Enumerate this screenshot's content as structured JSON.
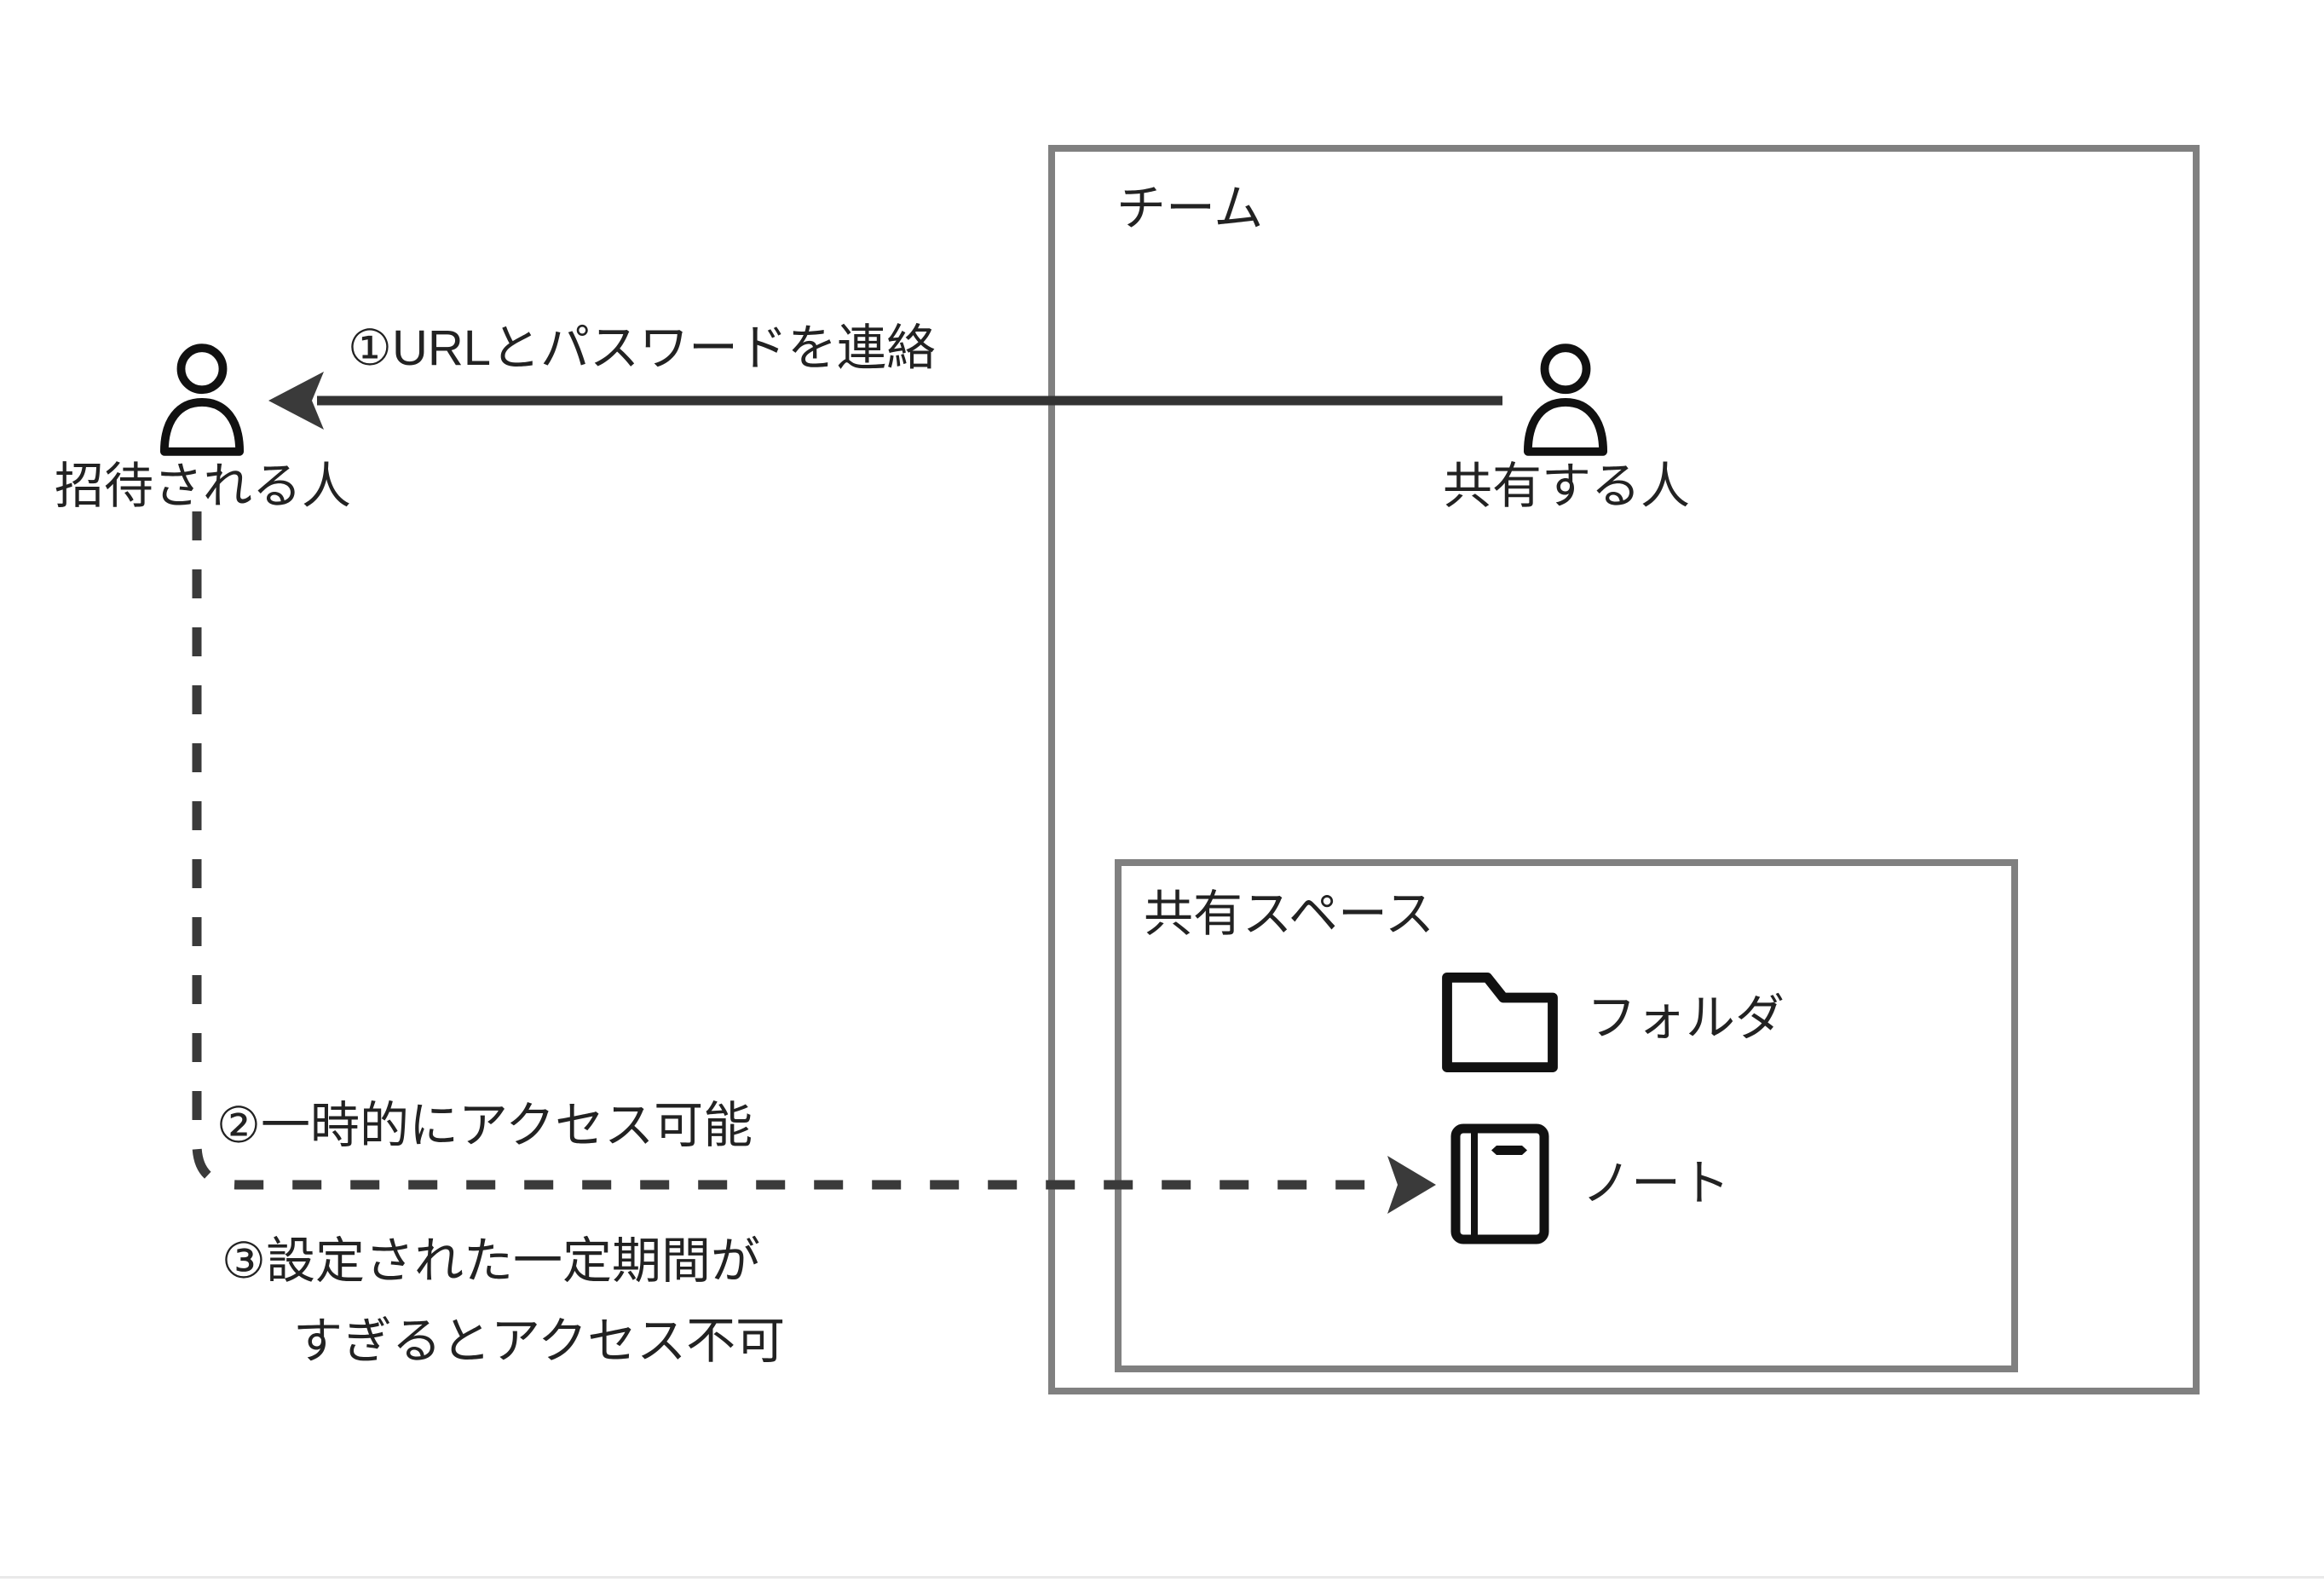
{
  "diagram": {
    "team_box_label": "チーム",
    "shared_space_label": "共有スペース",
    "invitee_label": "招待される人",
    "sharer_label": "共有する人",
    "folder_label": "フォルダ",
    "note_label": "ノート",
    "step1_label": "①URLとパスワードを連絡",
    "step2_label": "②一時的にアクセス可能",
    "step3_line1": "③設定された一定期間が",
    "step3_line2": "すぎるとアクセス不可",
    "colors": {
      "box_border": "#808080",
      "arrow": "#3a3a3a",
      "icon": "#111111",
      "text": "#222222",
      "background": "#ffffff"
    }
  }
}
